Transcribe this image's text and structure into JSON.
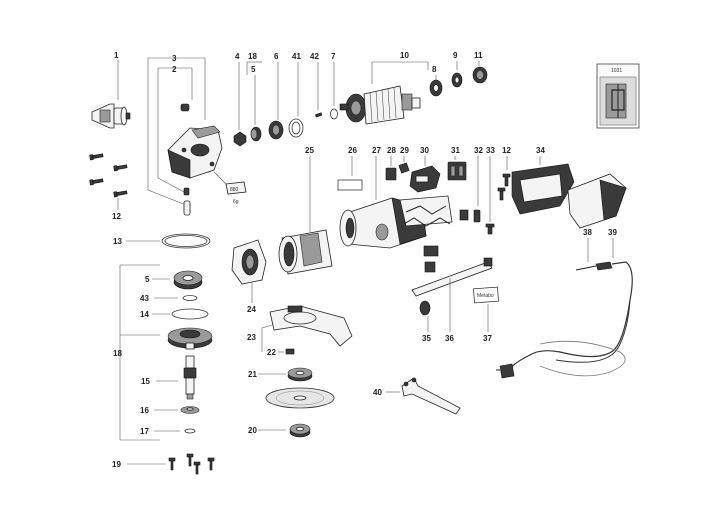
{
  "labels": {
    "p1": "1",
    "p2": "2",
    "p3": "3",
    "p4": "4",
    "p5": "5",
    "p6": "6",
    "p7": "7",
    "p8": "8",
    "p9": "9",
    "p10": "10",
    "p11": "11",
    "p12a": "12",
    "p12b": "12",
    "p13": "13",
    "p14": "14",
    "p15": "15",
    "p16": "16",
    "p17": "17",
    "p18a": "18",
    "p18b": "18",
    "p19": "19",
    "p20": "20",
    "p21": "21",
    "p22": "22",
    "p23": "23",
    "p24": "24",
    "p25": "25",
    "p26": "26",
    "p27": "27",
    "p28": "28",
    "p29": "29",
    "p30": "30",
    "p31": "31",
    "p32": "32",
    "p33": "33",
    "p34": "34",
    "p35": "35",
    "p36": "36",
    "p37": "37",
    "p38": "38",
    "p39": "39",
    "p40": "40",
    "p41": "41",
    "p42": "42",
    "p43": "43",
    "p5b": "5"
  },
  "tag_text": "880",
  "tag_sub": "6g",
  "plate_text": "Metabo",
  "inset_code": "1031"
}
